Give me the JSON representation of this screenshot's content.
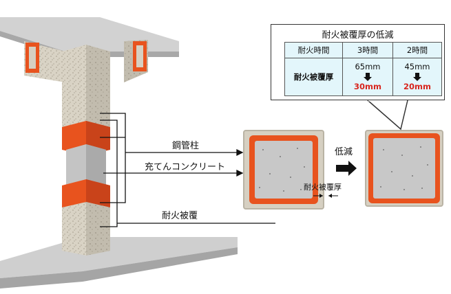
{
  "labels": {
    "steel_pipe": "鋼管柱",
    "filled_concrete": "充てんコンクリート",
    "fire_covering": "耐火被覆",
    "reduction": "低減",
    "fire_covering_thickness": "耐火被覆厚"
  },
  "callout": {
    "title": "耐火被覆厚の低減",
    "table": {
      "headers": [
        "耐火時間",
        "3時間",
        "2時間"
      ],
      "row_label": "耐火被覆厚",
      "before": [
        "65mm",
        "45mm"
      ],
      "after": [
        "30mm",
        "20mm"
      ]
    }
  },
  "colors": {
    "fire_covering_orange": "#e8531e",
    "after_value_red": "#d8261e",
    "table_bg": "#e3f6fb",
    "concrete_gray": "#c4c4c4",
    "covering_beige": "#d6d0c2"
  }
}
